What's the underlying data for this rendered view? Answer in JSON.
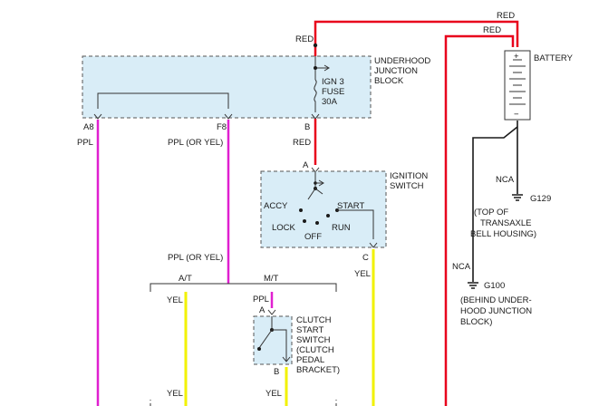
{
  "colors": {
    "red_wire": "#e8001c",
    "purple_wire": "#e020d0",
    "yellow_wire": "#f2f200",
    "ground_wire": "#1a1a1a",
    "component_box": "#d9edf7"
  },
  "labels": {
    "red_top_right": "RED",
    "red_second": "RED",
    "red_fuse_in": "RED",
    "battery": "BATTERY",
    "battery_plus": "+",
    "battery_minus": "−",
    "underhood_1": "UNDERHOOD",
    "underhood_2": "JUNCTION",
    "underhood_3": "BLOCK",
    "fuse_1": "IGN 3",
    "fuse_2": "FUSE",
    "fuse_3": "30A",
    "pin_a8": "A8",
    "pin_f8": "F8",
    "pin_b_fuse": "B",
    "ppl_1": "PPL",
    "ppl_or_yel_1": "PPL (OR YEL)",
    "red_fuse_out": "RED",
    "pin_a_ign": "A",
    "ign_1": "IGNITION",
    "ign_2": "SWITCH",
    "accy": "ACCY",
    "start": "START",
    "lock": "LOCK",
    "run": "RUN",
    "off": "OFF",
    "pin_c": "C",
    "yel_c": "YEL",
    "ppl_or_yel_2": "PPL (OR YEL)",
    "at": "A/T",
    "mt": "M/T",
    "yel_at": "YEL",
    "ppl_mt": "PPL",
    "pin_a_clutch": "A",
    "clutch_1": "CLUTCH",
    "clutch_2": "START",
    "clutch_3": "SWITCH",
    "clutch_4": "(CLUTCH",
    "clutch_5": "PEDAL",
    "clutch_6": "BRACKET)",
    "pin_b_clutch": "B",
    "yel_bottom_left": "YEL",
    "yel_bottom_mid": "YEL",
    "nca_1": "NCA",
    "g129": "G129",
    "g129_1": "(TOP OF",
    "g129_2": "TRANSAXLE",
    "g129_3": "BELL HOUSING)",
    "nca_2": "NCA",
    "g100": "G100",
    "g100_1": "(BEHIND UNDER-",
    "g100_2": "HOOD JUNCTION",
    "g100_3": "BLOCK)"
  }
}
